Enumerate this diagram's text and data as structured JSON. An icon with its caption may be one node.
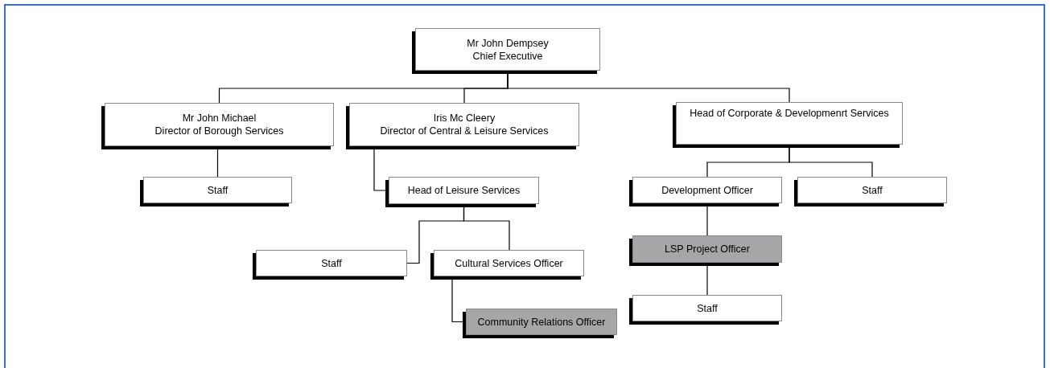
{
  "diagram": {
    "nodes": [
      {
        "text": [
          "Mr John Dempsey",
          "Chief Executive"
        ]
      },
      {
        "text": [
          "Mr John Michael",
          "Director of Borough Services"
        ]
      },
      {
        "text": [
          "Iris Mc Cleery",
          "Director of Central & Leisure Services"
        ]
      },
      {
        "text": [
          "Head of Corporate & Developmenrt Services"
        ]
      },
      {
        "text": [
          "Staff"
        ]
      },
      {
        "text": [
          "Head of Leisure Services"
        ]
      },
      {
        "text": [
          "Staff"
        ]
      },
      {
        "text": [
          "Cultural Services Officer"
        ]
      },
      {
        "text": [
          "Community Relations Officer"
        ]
      },
      {
        "text": [
          "Development Officer"
        ]
      },
      {
        "text": [
          "Staff"
        ]
      },
      {
        "text": [
          "LSP Project Officer"
        ]
      },
      {
        "text": [
          "Staff"
        ]
      }
    ],
    "edges": [
      {
        "from": 0,
        "to": 1,
        "arrow": "none"
      },
      {
        "from": 0,
        "to": 2,
        "arrow": "none"
      },
      {
        "from": 0,
        "to": 3,
        "arrow": "none"
      },
      {
        "from": 1,
        "to": 4,
        "arrow": "none"
      },
      {
        "from": 2,
        "to": 5,
        "arrow": "none"
      },
      {
        "from": 5,
        "to": 6,
        "arrow": "none"
      },
      {
        "from": 5,
        "to": 7,
        "arrow": "none"
      },
      {
        "from": 7,
        "to": 8,
        "arrow": "none"
      },
      {
        "from": 3,
        "to": 9,
        "arrow": "none"
      },
      {
        "from": 3,
        "to": 10,
        "arrow": "none"
      },
      {
        "from": 9,
        "to": 11,
        "arrow": "none"
      },
      {
        "from": 11,
        "to": 12,
        "arrow": "none"
      }
    ]
  }
}
